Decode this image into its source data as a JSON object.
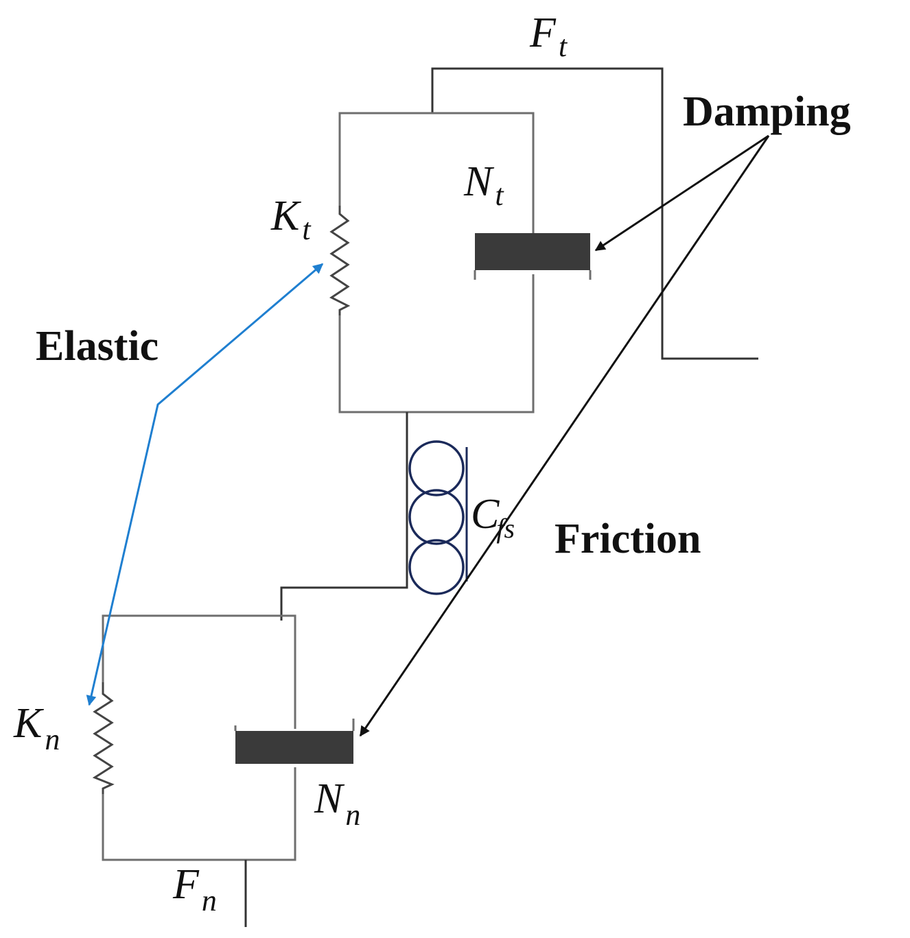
{
  "symbols": {
    "ft": {
      "main": "F",
      "sub": "t"
    },
    "kt": {
      "main": "K",
      "sub": "t"
    },
    "nt": {
      "main": "N",
      "sub": "t"
    },
    "cfs": {
      "main": "C",
      "sub": "fs"
    },
    "kn": {
      "main": "K",
      "sub": "n"
    },
    "nn": {
      "main": "N",
      "sub": "n"
    },
    "fn": {
      "main": "F",
      "sub": "n"
    }
  },
  "labels": {
    "damping": "Damping",
    "elastic": "Elastic",
    "friction": "Friction"
  },
  "colors": {
    "line": "#333333",
    "frame": "#6e6e6e",
    "damper": "#3a3a3a",
    "elastic_arrow": "#1f7fd0",
    "friction_coil": "#1b2a5a",
    "damping_arrow": "#111111"
  }
}
